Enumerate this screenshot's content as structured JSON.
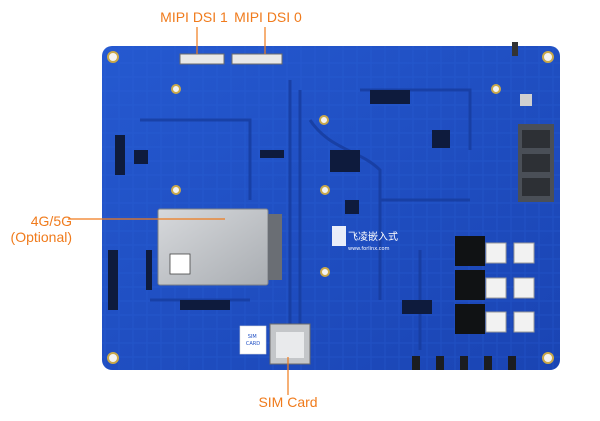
{
  "figure": {
    "accent_color": "#f07b1c",
    "board_color": "#1f4fc4",
    "board_logo": {
      "cn_text": "飞凌嵌入式",
      "url_text": "www.forlinx.com"
    },
    "silkscreen": {
      "sim_label": "SIM\nCARD"
    }
  },
  "callouts": {
    "mipi_dsi_1": "MIPI DSI 1",
    "mipi_dsi_0": "MIPI DSI 0",
    "module_4g5g_line1": "4G/5G",
    "module_4g5g_line2": "(Optional)",
    "sim_card": "SIM Card"
  }
}
